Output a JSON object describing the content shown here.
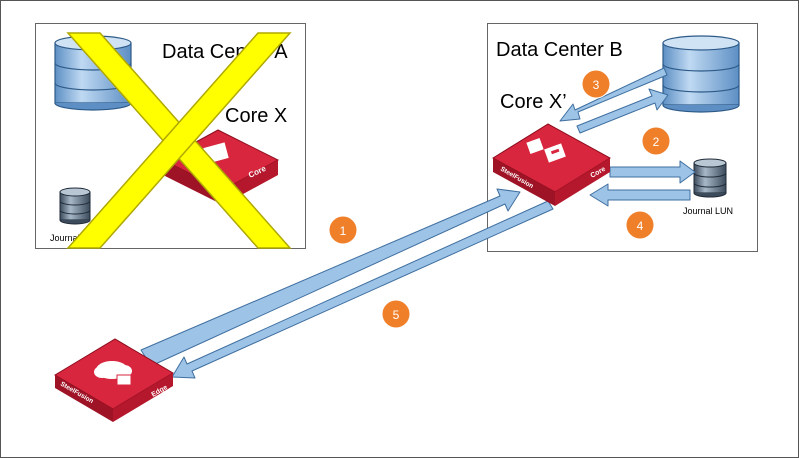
{
  "data_center_a": {
    "title": "Data Center A",
    "core_label": "Core X",
    "journal_label": "Journal LUN",
    "status": "failed"
  },
  "data_center_b": {
    "title": "Data Center B",
    "core_label": "Core X’",
    "journal_label": "Journal LUN"
  },
  "devices": {
    "core_brand": "SteelFusion",
    "core_name": "Core",
    "edge_brand": "SteelFusion",
    "edge_name": "Edge"
  },
  "steps": [
    "1",
    "2",
    "3",
    "4",
    "5"
  ],
  "colors": {
    "frame_border": "#555555",
    "box_border": "#666666",
    "arrow_fill": "#9dc3e6",
    "arrow_stroke": "#3f6fa0",
    "badge_fill": "#f07f2a",
    "device_red": "#c8102e",
    "disk_blue": "#9dc3e6",
    "failure_x": "#ffff00"
  },
  "icons": {
    "failure_mark": "x-mark-icon",
    "storage": "database-cylinder-icon"
  }
}
